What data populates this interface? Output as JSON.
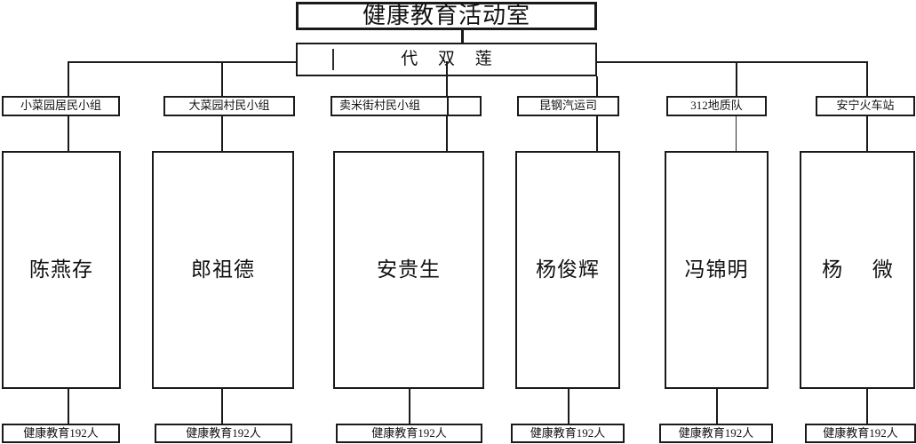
{
  "diagram": {
    "type": "organizational-chart",
    "title_box": {
      "label": "健康教育活动室"
    },
    "leader_box": {
      "label": "代 双 莲"
    },
    "units": [
      {
        "label": "小菜园居民小组"
      },
      {
        "label": "大菜园村民小组"
      },
      {
        "label": "卖米街村民小组"
      },
      {
        "label": "昆钢汽运司"
      },
      {
        "label": "312地质队"
      },
      {
        "label": "安宁火车站"
      }
    ],
    "people": [
      {
        "name": "陈燕存"
      },
      {
        "name": "郎祖德"
      },
      {
        "name": "安贵生"
      },
      {
        "name": "杨俊辉"
      },
      {
        "name": "冯锦明"
      },
      {
        "name": "杨 微"
      }
    ],
    "footers": [
      {
        "label": "健康教育192人"
      },
      {
        "label": "健康教育192人"
      },
      {
        "label": "健康教育192人"
      },
      {
        "label": "健康教育192人"
      },
      {
        "label": "健康教育192人"
      },
      {
        "label": "健康教育192人"
      }
    ],
    "colors": {
      "line": "#1a1a1a",
      "text": "#111111",
      "background": "#ffffff"
    }
  }
}
